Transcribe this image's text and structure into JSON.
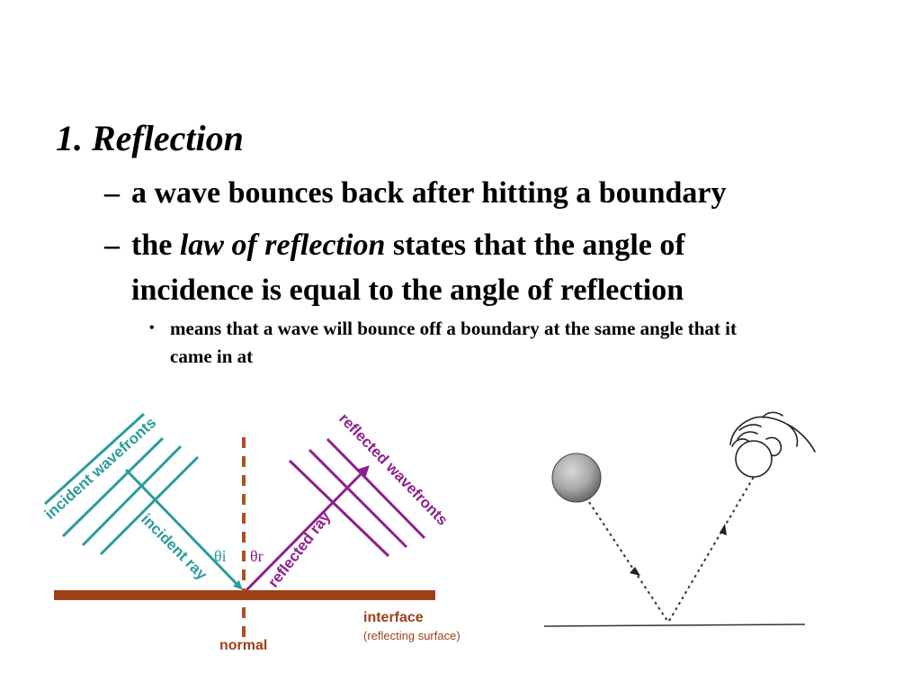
{
  "slide": {
    "heading": "1. Reflection",
    "bullets": [
      {
        "marker": "–",
        "text": "a wave bounces back after hitting a boundary"
      },
      {
        "marker": "–",
        "text_before": "the ",
        "text_italic": "law of reflection",
        "text_after": " states that the angle of",
        "text_line2": "incidence is equal to the angle of reflection"
      }
    ],
    "sub_bullet": {
      "marker": "•",
      "line1": "means that a wave will bounce off a boundary at the same angle that it",
      "line2": "came in at"
    }
  },
  "diagram": {
    "labels": {
      "incident_wavefronts": "incident wavefronts",
      "incident_ray": "incident ray",
      "reflected_wavefronts": "reflected wavefronts",
      "reflected_ray": "reflected ray",
      "theta_i": "θi",
      "theta_r": "θr",
      "interface": "interface",
      "interface_sub": "(reflecting surface)",
      "normal": "normal"
    },
    "colors": {
      "incident": "#2a9d9a",
      "reflected": "#8e1f8e",
      "surface": "#a0401a",
      "normal_line": "#b0501f",
      "label_brown": "#a0401a"
    }
  },
  "illustration": {
    "description_icons": [
      "ball-icon",
      "hand-icon"
    ]
  }
}
